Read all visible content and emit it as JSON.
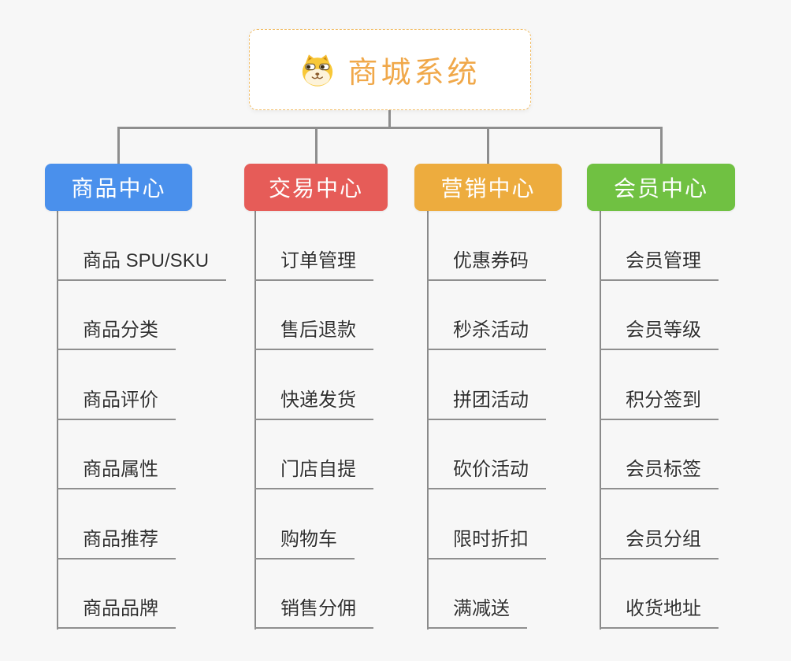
{
  "root": {
    "label": "商城系统",
    "icon": "doge-icon",
    "text_color": "#F0A84A",
    "border_color": "#F2BF6B"
  },
  "branches": [
    {
      "label": "商品中心",
      "color": "#4A90EC",
      "items": [
        "商品 SPU/SKU",
        "商品分类",
        "商品评价",
        "商品属性",
        "商品推荐",
        "商品品牌"
      ]
    },
    {
      "label": "交易中心",
      "color": "#E65C58",
      "items": [
        "订单管理",
        "售后退款",
        "快递发货",
        "门店自提",
        "购物车",
        "销售分佣"
      ]
    },
    {
      "label": "营销中心",
      "color": "#EDAC3E",
      "items": [
        "优惠券码",
        "秒杀活动",
        "拼团活动",
        "砍价活动",
        "限时折扣",
        "满减送"
      ]
    },
    {
      "label": "会员中心",
      "color": "#70C142",
      "items": [
        "会员管理",
        "会员等级",
        "积分签到",
        "会员标签",
        "会员分组",
        "收货地址"
      ]
    }
  ],
  "colors": {
    "background": "#F7F7F7",
    "connector": "#8E8E8E",
    "underline": "#8F8F8F",
    "item_text": "#303030"
  }
}
